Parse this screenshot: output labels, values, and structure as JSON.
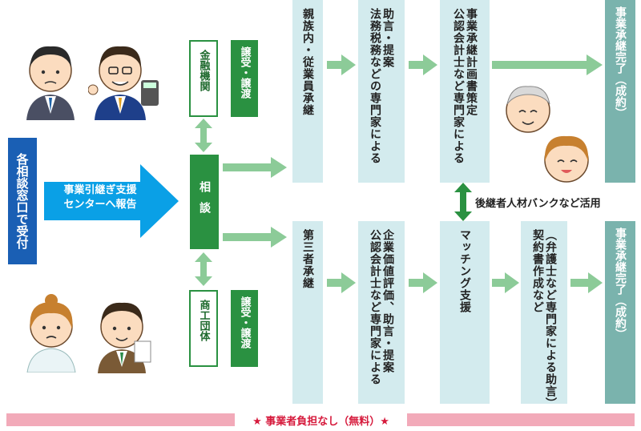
{
  "left_box": {
    "text": "各相談窓口で受付"
  },
  "report_arrow": {
    "line1": "事業引継ぎ支援",
    "line2": "センターへ報告"
  },
  "consult": {
    "text": "相談"
  },
  "finance": {
    "label": "金融機関",
    "transfer": "譲受・譲渡"
  },
  "commerce": {
    "label": "商工団体",
    "transfer": "譲受・譲渡"
  },
  "top_flow": {
    "step1": "親族内・従業員承継",
    "step2_line1": "法務税務などの専門家による",
    "step2_line2": "助言・提案",
    "step3_line1": "公認会計士など専門家による",
    "step3_line2": "事業承継計画書策定",
    "result": "事業承継完了（成約）"
  },
  "bottom_flow": {
    "step1": "第三者承継",
    "step2_line1": "公認会計士など専門家による",
    "step2_line2": "企業価値評価、助言・提案",
    "step3": "マッチング支援",
    "step4_line1": "契約書作成など",
    "step4_line2": "（弁護士など専門家による助言）",
    "result": "事業承継完了（成約）"
  },
  "bank_label": "後継者人材バンクなど活用",
  "footer": {
    "text": "★ 事業者負担なし（無料）★"
  },
  "colors": {
    "blue": "#1a5fb4",
    "cyan": "#0aa0e6",
    "green": "#2a9141",
    "light_green_arrow": "#8ccb98",
    "light_box": "#d3ebee",
    "teal": "#7ab3ad",
    "pink": "#f2aab9"
  }
}
